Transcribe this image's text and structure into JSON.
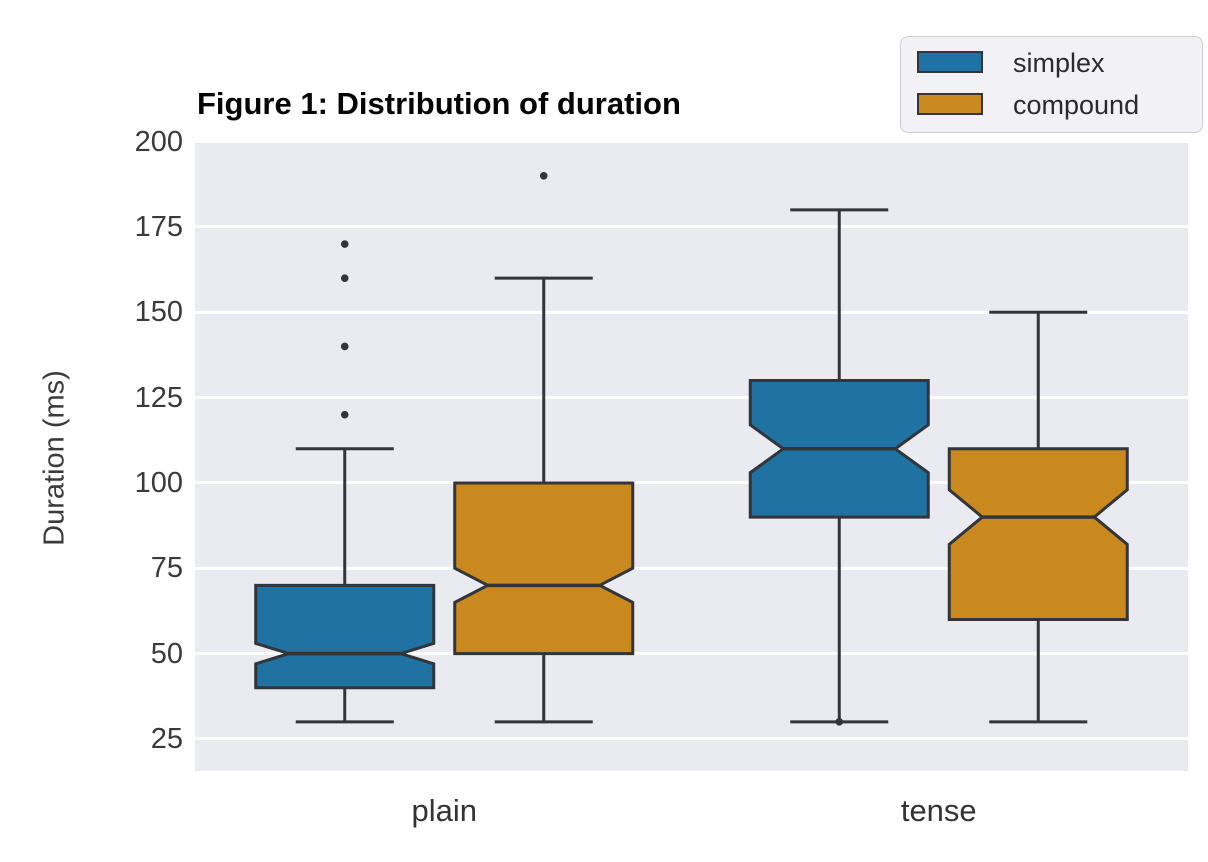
{
  "title": "Figure 1: Distribution of duration",
  "y_axis": {
    "label": "Duration (ms)",
    "ticks": [
      25,
      50,
      75,
      100,
      125,
      150,
      175,
      200
    ]
  },
  "x_axis": {
    "categories": [
      "plain",
      "tense"
    ]
  },
  "legend": {
    "items": [
      {
        "label": "simplex",
        "color": "#1f72a1"
      },
      {
        "label": "compound",
        "color": "#c9891f"
      }
    ]
  },
  "style": {
    "plot_background": "#eaeaf1",
    "grid_color": "#ffffff",
    "box_edge_color": "#32353a",
    "simplex_color": "#1f72a1",
    "compound_color": "#c9891f"
  },
  "chart_data": {
    "type": "boxplot",
    "variant": "notched-grouped",
    "title": "Figure 1: Distribution of duration",
    "xlabel": "",
    "ylabel": "Duration (ms)",
    "categories": [
      "plain",
      "tense"
    ],
    "yticks": [
      25,
      50,
      75,
      100,
      125,
      150,
      175,
      200
    ],
    "ylim": [
      16,
      200
    ],
    "grid": true,
    "legend_position": "upper right",
    "series": [
      {
        "name": "simplex",
        "color": "#1f72a1",
        "boxes": [
          {
            "category": "plain",
            "whisker_low": 30,
            "q1": 40,
            "median": 50,
            "q3": 70,
            "whisker_high": 110,
            "notch_low": 47,
            "notch_high": 53,
            "outliers": [
              120,
              140,
              160,
              170
            ]
          },
          {
            "category": "tense",
            "whisker_low": 30,
            "q1": 90,
            "median": 110,
            "q3": 130,
            "whisker_high": 180,
            "notch_low": 103,
            "notch_high": 117,
            "outliers": [
              30
            ]
          }
        ]
      },
      {
        "name": "compound",
        "color": "#c9891f",
        "boxes": [
          {
            "category": "plain",
            "whisker_low": 30,
            "q1": 50,
            "median": 70,
            "q3": 100,
            "whisker_high": 160,
            "notch_low": 65,
            "notch_high": 75,
            "outliers": [
              190
            ]
          },
          {
            "category": "tense",
            "whisker_low": 30,
            "q1": 60,
            "median": 90,
            "q3": 110,
            "whisker_high": 150,
            "notch_low": 82,
            "notch_high": 98,
            "outliers": []
          }
        ]
      }
    ]
  }
}
